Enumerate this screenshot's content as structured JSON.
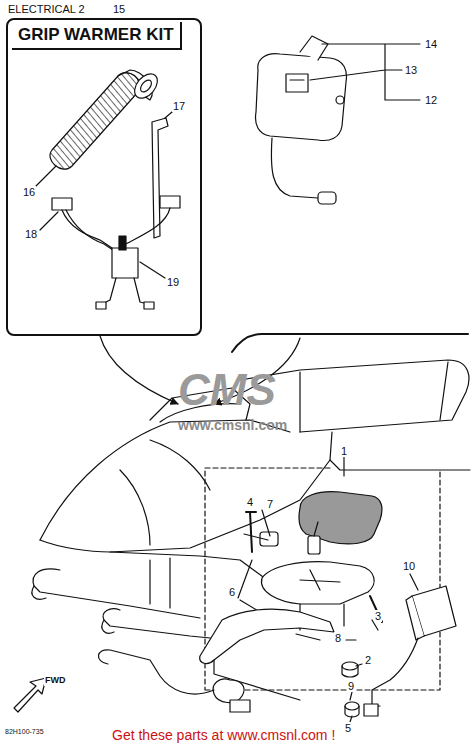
{
  "diagram": {
    "title": "ELECTRICAL 2",
    "caption": "Get these parts at www.cmsnl.com !",
    "nodes": [
      {
        "text": [
          "GRIP WARMER KIT"
        ]
      }
    ],
    "labels": [
      "15",
      "16",
      "17",
      "18",
      "19",
      "14",
      "13",
      "12",
      "1",
      "4",
      "6",
      "7",
      "10",
      "8",
      "3",
      "2",
      "9",
      "5",
      "FWD",
      "82H100-735",
      "CMS",
      "www.cmsnl.com"
    ]
  }
}
